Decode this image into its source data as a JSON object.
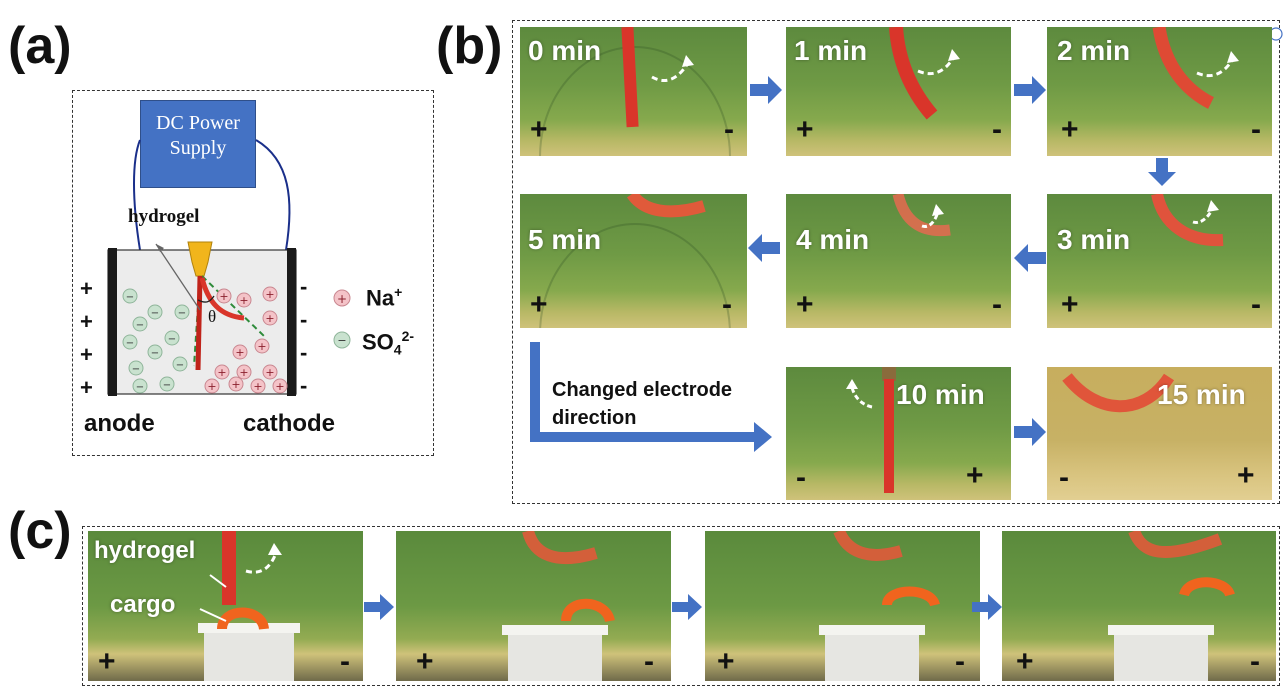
{
  "panels": {
    "a_label": "(a)",
    "b_label": "(b)",
    "c_label": "(c)"
  },
  "panel_a": {
    "power_supply": "DC Power Supply",
    "power_line1": "DC Power",
    "power_line2": "Supply",
    "hydrogel": "hydrogel",
    "theta": "θ",
    "anode": "anode",
    "cathode": "cathode",
    "legend_na": "Na",
    "legend_na_sup": "+",
    "legend_so4": "SO",
    "legend_so4_sub": "4",
    "legend_so4_sup": "2-",
    "plus": "+",
    "minus": "-"
  },
  "panel_b": {
    "frames": [
      {
        "time": "0 min",
        "left": "+",
        "right": "-"
      },
      {
        "time": "1 min",
        "left": "+",
        "right": "-"
      },
      {
        "time": "2 min",
        "left": "+",
        "right": "-"
      },
      {
        "time": "3 min",
        "left": "+",
        "right": "-"
      },
      {
        "time": "4 min",
        "left": "+",
        "right": "-"
      },
      {
        "time": "5 min",
        "left": "+",
        "right": "-"
      },
      {
        "time": "10 min",
        "left": "-",
        "right": "+"
      },
      {
        "time": "15 min",
        "left": "-",
        "right": "+"
      }
    ],
    "changed_line1": "Changed electrode",
    "changed_line2": "direction"
  },
  "panel_c": {
    "hydrogel": "hydrogel",
    "cargo": "cargo",
    "frames": [
      {
        "left": "+",
        "right": "-"
      },
      {
        "left": "+",
        "right": "-"
      },
      {
        "left": "+",
        "right": "-"
      },
      {
        "left": "+",
        "right": "-"
      }
    ]
  },
  "colors": {
    "arrow_blue": "#4472c4",
    "power_box": "#4472c4",
    "hydrogel_red": "#d9352a",
    "cargo_orange": "#f0641e",
    "na_ion": "#f4c3c8",
    "so4_ion": "#c9e2cf"
  }
}
